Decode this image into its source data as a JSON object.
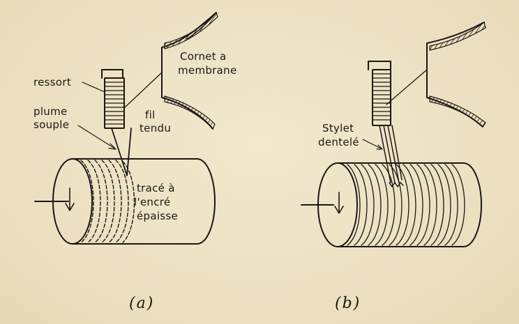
{
  "panel_a": {
    "caption": "(a)",
    "labels": {
      "cornet_line1": "Cornet a",
      "cornet_line2": "membrane",
      "ressort": "ressort",
      "fil_line1": "fil",
      "fil_line2": "tendu",
      "plume_line1": "plume",
      "plume_line2": "souple",
      "trace_line1": "tracé à",
      "trace_line2": "l'encré",
      "trace_line3": "épaisse"
    }
  },
  "panel_b": {
    "caption": "(b)",
    "labels": {
      "stylet_line1": "Stylet",
      "stylet_line2": "dentelé"
    }
  },
  "colors": {
    "paper": "#efe3c6",
    "ink": "#1a1612"
  }
}
